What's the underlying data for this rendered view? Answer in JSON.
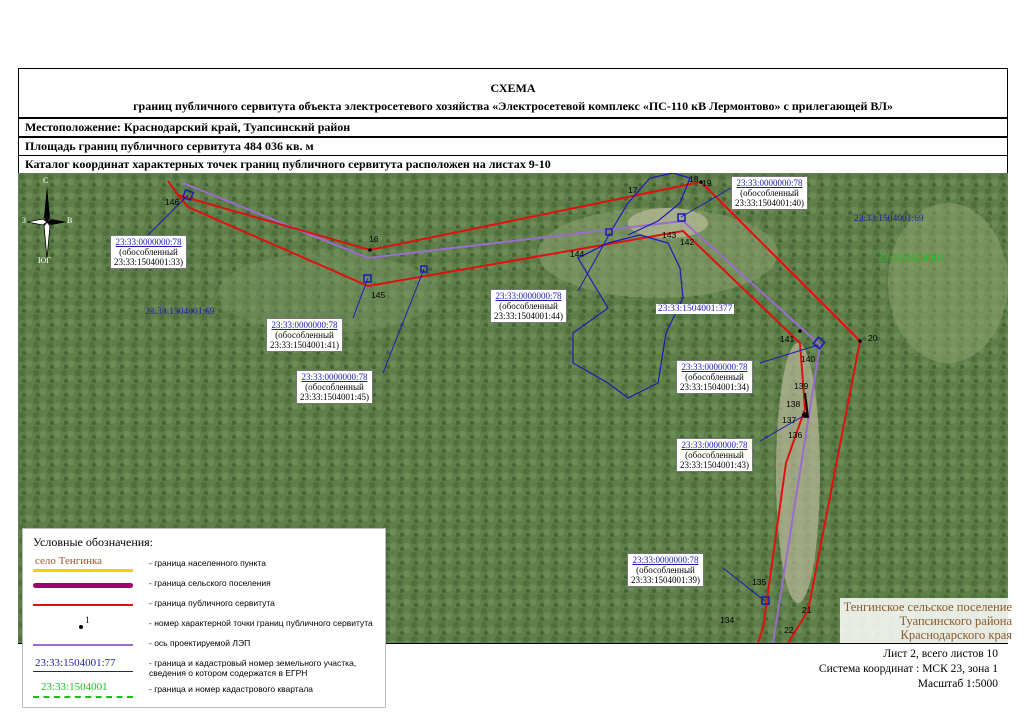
{
  "header": {
    "title": "СХЕМА",
    "subtitle": "границ публичного сервитута объекта электросетевого хозяйства «Электросетевой комплекс «ПС-110 кВ Лермонтово» с прилегающей ВЛ»"
  },
  "info": {
    "location": "Местоположение: Краснодарский край, Туапсинский район",
    "area": "Площадь границ публичного сервитута 484 036 кв. м",
    "catalog": "Каталог координат характерных точек границ публичного сервитута расположен на листах 9-10"
  },
  "compass": {
    "north": "С",
    "south": "ЮГ",
    "west": "З",
    "east": "В"
  },
  "parcels": [
    "23:33:1504001:69",
    "23:33:1504001:69",
    "23:33:1504001:377"
  ],
  "quarter": "23:33:1504001",
  "callouts": [
    {
      "cad": "23:33:0000000:78",
      "l2": "(обособленный",
      "l3": "23:33:1504001:40)"
    },
    {
      "cad": "23:33:0000000:78",
      "l2": "(обособленный",
      "l3": "23:33:1504001:33)"
    },
    {
      "cad": "23:33:0000000:78",
      "l2": "(обособленный",
      "l3": "23:33:1504001:44)"
    },
    {
      "cad": "23:33:0000000:78",
      "l2": "(обособленный",
      "l3": "23:33:1504001:41)"
    },
    {
      "cad": "23:33:0000000:78",
      "l2": "(обособленный",
      "l3": "23:33:1504001:45)"
    },
    {
      "cad": "23:33:0000000:78",
      "l2": "(обособленный",
      "l3": "23:33:1504001:34)"
    },
    {
      "cad": "23:33:0000000:78",
      "l2": "(обособленный",
      "l3": "23:33:1504001:43)"
    },
    {
      "cad": "23:33:0000000:78",
      "l2": "(обособленный",
      "l3": "23:33:1504001:39)"
    }
  ],
  "points": [
    "146",
    "16",
    "145",
    "17",
    "18",
    "19",
    "143",
    "142",
    "144",
    "141",
    "20",
    "140",
    "139",
    "138",
    "137",
    "136",
    "135",
    "134",
    "21",
    "22"
  ],
  "settlement": {
    "l1": "Тенгинское сельское поселение",
    "l2": "Туапсинского района",
    "l3": "Краснодарского края"
  },
  "sheet": {
    "page": "Лист 2, всего листов 10",
    "crs": "Система координат : МСК 23, зона 1",
    "scale": "Масштаб 1:5000"
  },
  "legend": {
    "title": "Условные обозначения:",
    "items": [
      {
        "sample": "село Тенгинка",
        "desc": "- граница населенного пункта",
        "color": "#e8d800"
      },
      {
        "sample": "",
        "desc": "- граница сельского поселения",
        "color": "#a0006e"
      },
      {
        "sample": "",
        "desc": "- граница публичного сервитута",
        "color": "#e01010"
      },
      {
        "sample": "1",
        "desc": "- номер характерной точки границ публичного сервитута",
        "color": "#000000"
      },
      {
        "sample": "",
        "desc": "- ось проектируемой ЛЭП",
        "color": "#9a6ccd"
      },
      {
        "sample": "23:33:1504001:77",
        "desc": "- граница и кадастровый номер земельного участка, сведения о котором содержатся в ЕГРН",
        "color": "#1a1ab5"
      },
      {
        "sample": "23:33:1504001",
        "desc": "- граница и номер кадастрового квартала",
        "color": "#1ac01a"
      }
    ]
  }
}
